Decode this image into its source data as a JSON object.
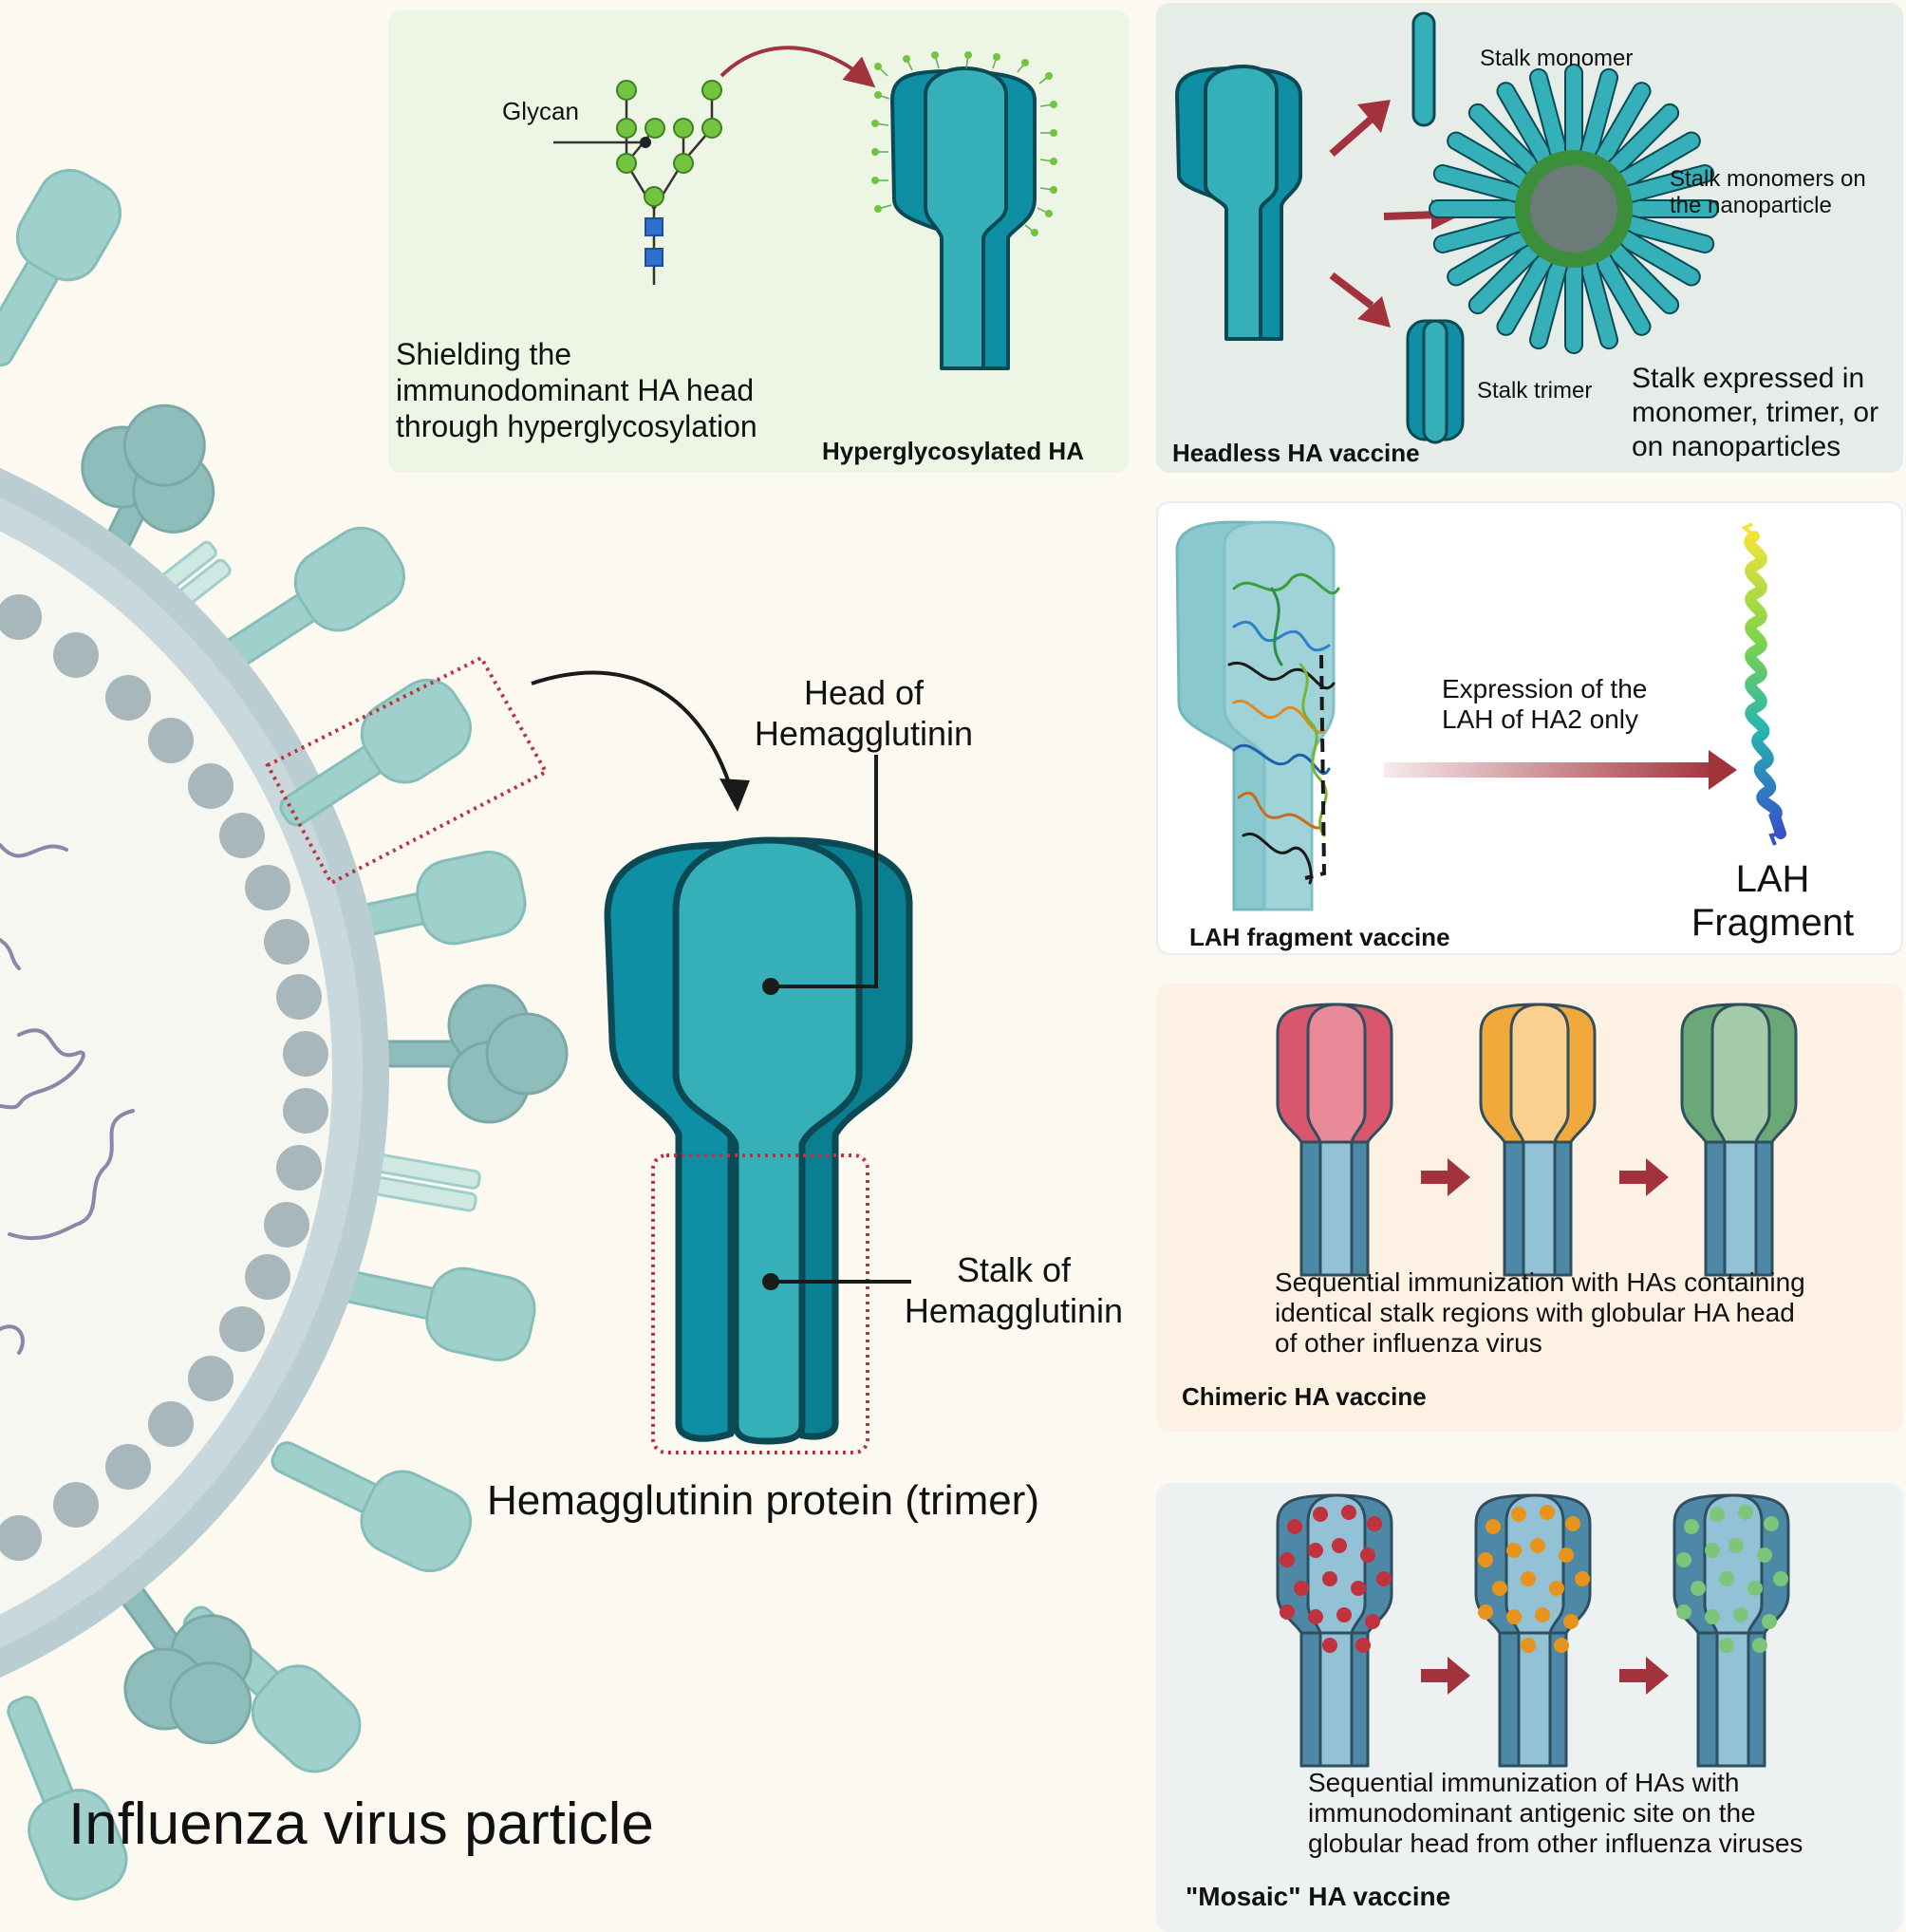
{
  "main": {
    "virus_title": "Influenza virus particle",
    "protein_title": "Hemagglutinin protein (trimer)",
    "head_label": [
      "Head of",
      "Hemagglutinin"
    ],
    "stalk_label": [
      "Stalk of",
      "Hemagglutinin"
    ]
  },
  "panels": {
    "hyperglycosylated": {
      "title": "Hyperglycosylated HA",
      "glycan_label": "Glycan",
      "description": [
        "Shielding the",
        "immunodominant HA head",
        "through hyperglycosylation"
      ]
    },
    "headless": {
      "title": "Headless HA vaccine",
      "stalk_monomer": "Stalk monomer",
      "nanoparticle": [
        "Stalk monomers on",
        "the nanoparticle"
      ],
      "stalk_trimer": "Stalk trimer",
      "description": [
        "Stalk expressed in",
        "monomer, trimer, or",
        "on nanoparticles"
      ]
    },
    "lah": {
      "title": "LAH fragment vaccine",
      "expression": [
        "Expression  of the",
        "LAH of HA2 only"
      ],
      "fragment": [
        "LAH",
        "Fragment"
      ]
    },
    "chimeric": {
      "title": "Chimeric HA vaccine",
      "description": [
        "Sequential immunization with HAs containing",
        "identical stalk  regions with globular HA head",
        "of other influenza virus"
      ],
      "head_colors": [
        "#d9566f",
        "#f2a93b",
        "#6aa877"
      ]
    },
    "mosaic": {
      "title": "\"Mosaic\" HA vaccine",
      "description": [
        "Sequential immunization of HAs with",
        "immunodominant antigenic site on the",
        "globular head from other influenza viruses"
      ],
      "dot_colors": [
        "#c0323e",
        "#e8941c",
        "#7cc57a"
      ]
    }
  },
  "colors": {
    "ha_dark": "#0e8fa3",
    "ha_light": "#35b0b9",
    "arrow_red": "#a2323c",
    "virus_fill": "#9fd0cc"
  }
}
